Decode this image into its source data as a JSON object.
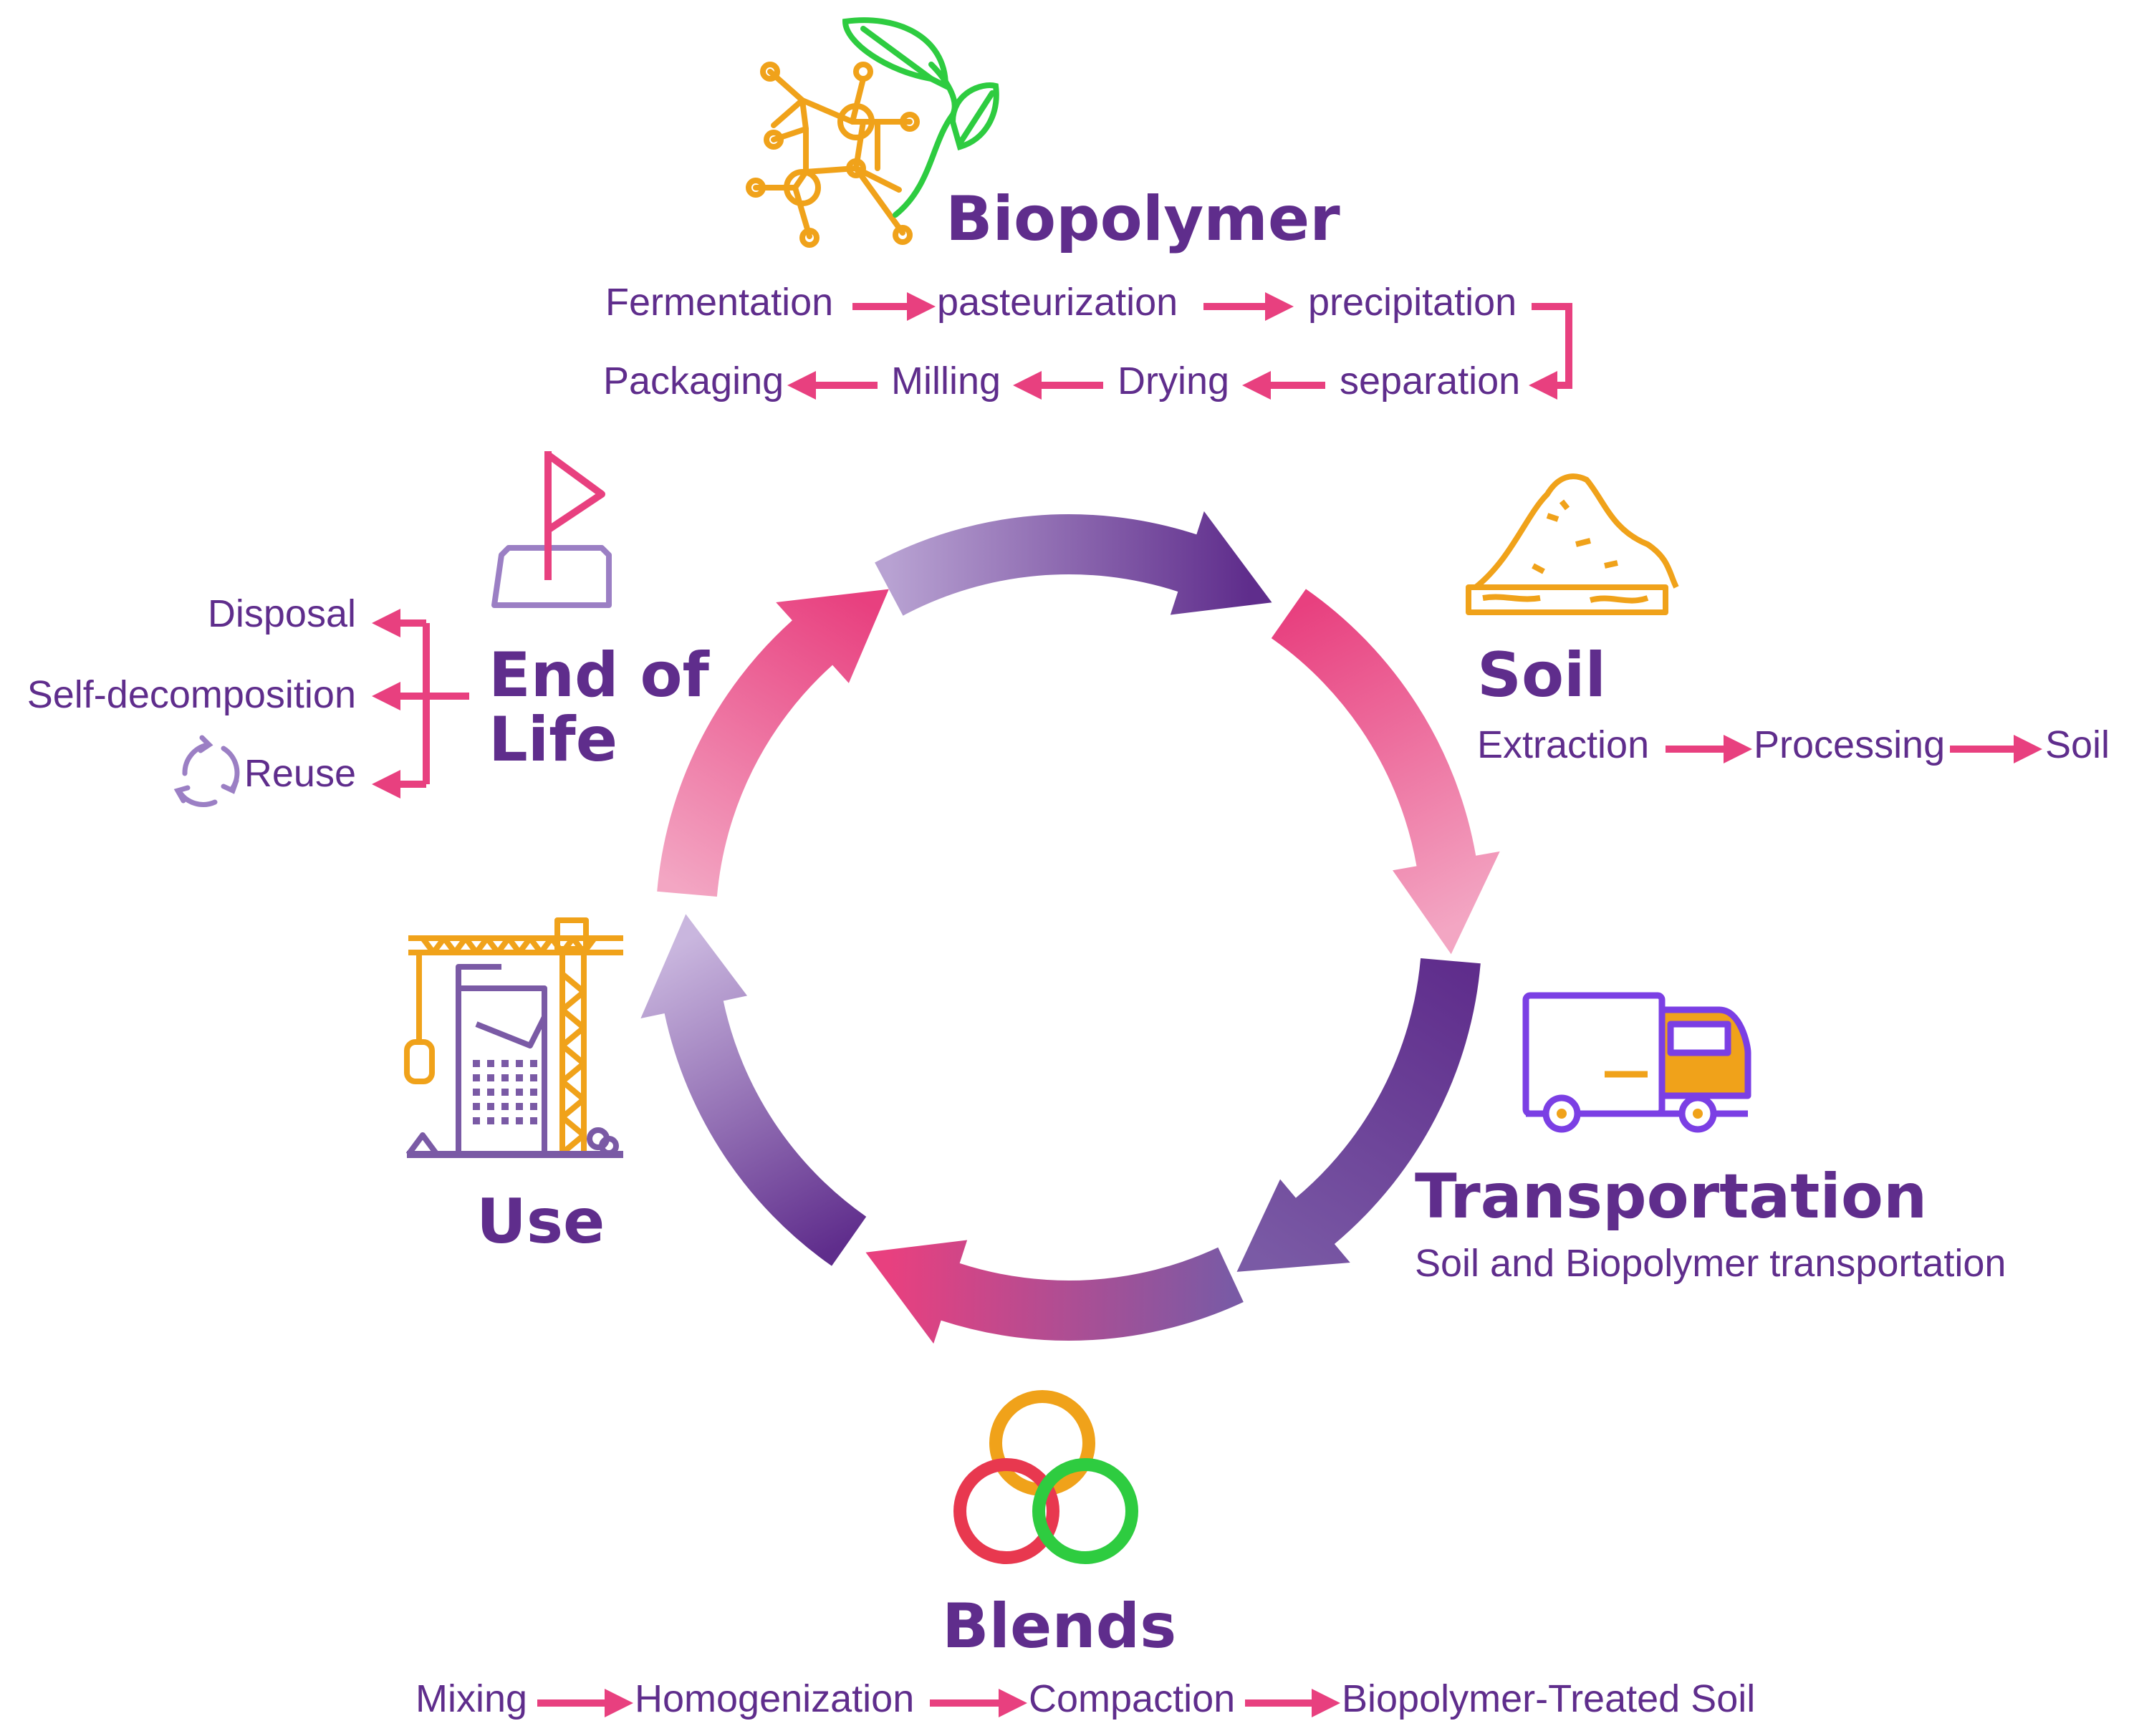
{
  "colors": {
    "purple": "#5f2d8c",
    "pink": "#e8407f",
    "orange": "#f0a21a",
    "green": "#2ecc40",
    "red": "#e8384f",
    "truck": "#7b3fe4"
  },
  "stages": {
    "biopolymer": {
      "title": "Biopolymer",
      "icon": "molecule-leaf-icon",
      "steps_row1": [
        "Fermentation",
        "pasteurization",
        "precipitation"
      ],
      "steps_row2": [
        "Packaging",
        "Milling",
        "Drying",
        "separation"
      ]
    },
    "soil": {
      "title": "Soil",
      "icon": "soil-pile-icon",
      "steps": [
        "Extraction",
        "Processing",
        "Soil"
      ]
    },
    "transportation": {
      "title": "Transportation",
      "icon": "truck-icon",
      "description": "Soil and Biopolymer transportation"
    },
    "blends": {
      "title": "Blends",
      "icon": "interlocking-rings-icon",
      "steps": [
        "Mixing",
        "Homogenization",
        "Compaction",
        "Biopolymer-Treated Soil"
      ]
    },
    "use": {
      "title": "Use",
      "icon": "construction-crane-icon"
    },
    "end_of_life": {
      "title_line1": "End of",
      "title_line2": "Life",
      "icon": "flag-icon",
      "options": [
        "Disposal",
        "Self-decomposition",
        "Reuse"
      ],
      "reuse_icon": "recycle-icon"
    }
  }
}
